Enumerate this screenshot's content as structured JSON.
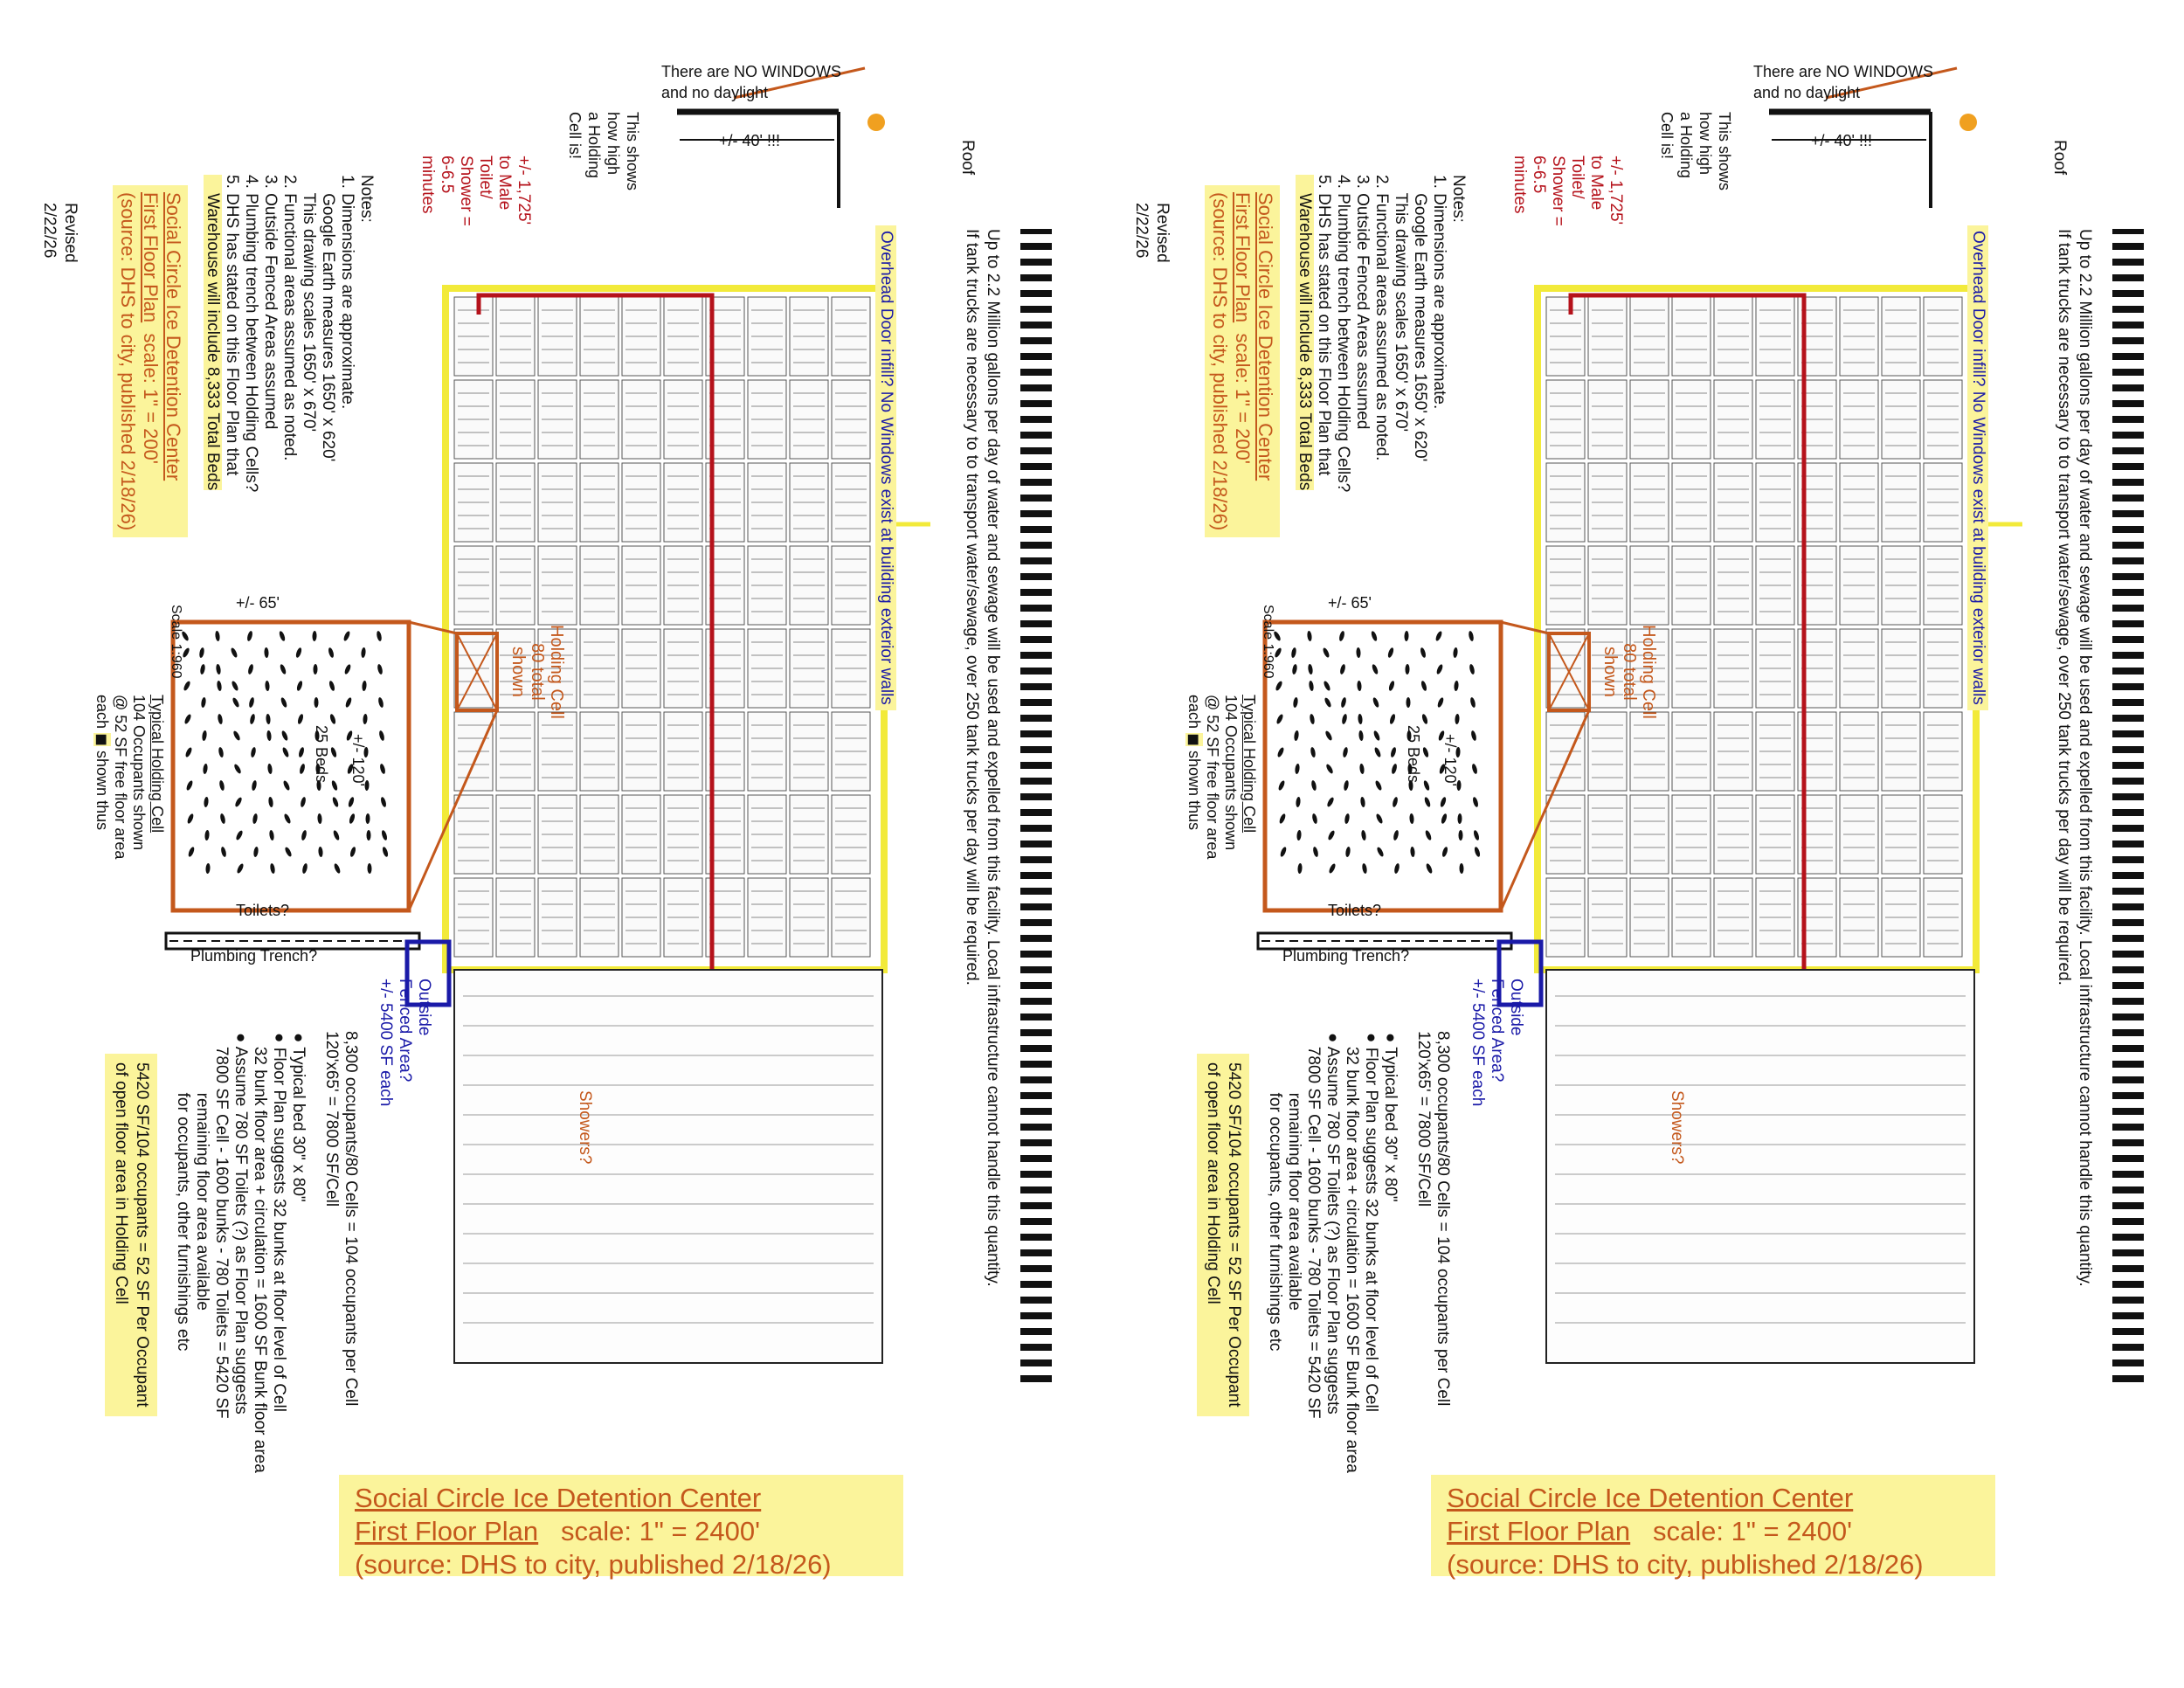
{
  "title_block": {
    "line1": "Social Circle Ice Detention Center",
    "line2_a": "First Floor Plan",
    "line2_b": "scale: 1\" = 2400'",
    "line3": "(source: DHS to city, published 2/18/26)"
  },
  "title_block_small": {
    "line1": "Social Circle Ice Detention Center",
    "line2_a": "First Floor Plan",
    "line2_b": "scale: 1\" = 200'",
    "line3": "(source: DHS to city, published 2/18/26)"
  },
  "water_note": {
    "line1": "Up to 2.2 Million gallons per day of water and sewage will be used and expelled from this facility.  Local infrastructure cannot handle this quantity.",
    "line2": "If tank trucks are necessary to to transport water/sewage, over 250 tank trucks per day will be required."
  },
  "overhead_door": {
    "a": "Overhead Door infill? ",
    "b": "No Windows exist at building exterior walls"
  },
  "windows_note": {
    "line1": "There are NO WINDOWS",
    "line2": "and no daylight"
  },
  "roof_label": "Roof",
  "height_label": "+/- 40' !!!",
  "shows_high": [
    "This shows",
    "how high",
    "a Holding",
    "Cell is!"
  ],
  "toilet_note": [
    "+/- 1,725'",
    "to Male",
    "Toilet/",
    "Shower =",
    "6-6.5",
    "minutes"
  ],
  "notes": [
    "Notes:",
    "1. Dimensions are approximate.",
    "    Google Earth measures 1650' x 620'",
    "    This drawing scales 1650' x 670'",
    "2. Functional areas assumed as noted.",
    "3. Outside Fenced Areas assumed",
    "4. Plumbing trench between Holding Cells?",
    "5. DHS has stated on this Floor Plan that",
    "    Warehouse will include 8,333 Total Beds"
  ],
  "revised": [
    "Revised",
    "2/22/26"
  ],
  "holding_cell": [
    "Holding Cell",
    "80 total",
    "shown"
  ],
  "cell_dims": {
    "width": "+/- 65'",
    "length": "+/- 120'",
    "toilets": "Toilets?",
    "plumbing": "Plumbing Trench?",
    "beds": "25 Beds",
    "scale": "Scale 1:960"
  },
  "typical_cell": [
    "Typical Holding Cell",
    "104 Occupants shown",
    "@ 52 SF free floor area",
    "each",
    "shown thus"
  ],
  "outside_fenced": [
    "Outside",
    "Fenced Area?",
    "+/- 5400 SF each"
  ],
  "showers": "Showers?",
  "occupancy": [
    "8,300 occupants/80 Cells = 104 occupants per Cell",
    "120'x65' = 7800 SF/Cell"
  ],
  "bullets": [
    [
      "Typical bed 30\" x 80\""
    ],
    [
      "Floor Plan suggests 32 bunks at floor level of Cell",
      "32 bunk floor area + circulation = 1600 SF Bunk floor area"
    ],
    [
      "Assume 780 SF Toilets (?) as Floor Plan suggests",
      "7800 SF Cell - 1600 bunks - 780 Toilets = 5420 SF",
      "          remaining floor area available",
      "          for occupants, other furnishings etc"
    ]
  ],
  "per_occupant": [
    "5420 SF/104 occupants = 52 SF Per Occupant",
    "of open floor area in Holding Cell"
  ],
  "colors": {
    "highlight": "#fbf49b",
    "orange": "#c4581c",
    "red": "#b5121b",
    "blue": "#1a1aa8",
    "building_outline": "#f2ea3a"
  }
}
